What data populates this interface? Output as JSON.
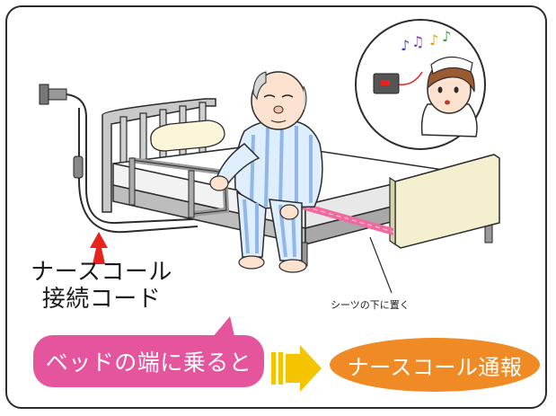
{
  "labels": {
    "cord_line1": "ナースコール",
    "cord_line2": "接続コード",
    "sheet_note": "シーツの下に置く",
    "trigger": "ベッドの端に乗ると",
    "result": "ナースコール通報"
  },
  "colors": {
    "pink_bubble": "#e5559e",
    "orange_bubble": "#f08a24",
    "arrow": "#f5c400",
    "sensor_mat": "#f06aa0",
    "red_arrow": "#e8231e",
    "pajama_stripe": "#8fb7e8"
  },
  "icons": {
    "music_notes": "music-notes-icon",
    "call_button": "nurse-call-button-icon"
  }
}
